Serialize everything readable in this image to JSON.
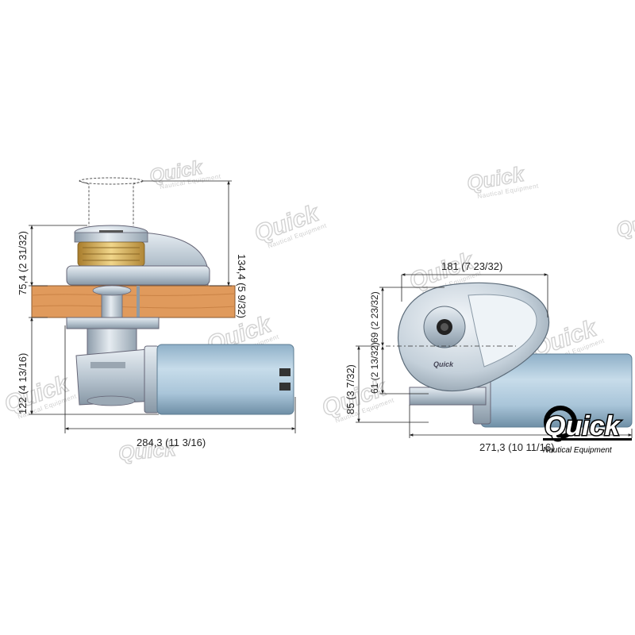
{
  "watermark": {
    "brand": "Quick",
    "subtitle": "Nautical Equipment"
  },
  "logo": {
    "brand": "Quick",
    "subtitle": "Nautical Equipment"
  },
  "side_view": {
    "height_above_deck": "75,4 (2 31/32)",
    "drum_height": "134,4 (5 9/32)",
    "height_below_deck": "122 (4 13/16)",
    "total_length": "284,3 (11 3/16)"
  },
  "top_view": {
    "width": "181 (7 23/32)",
    "front_offset": "69 (2 23/32)",
    "rear_offset": "61 (2 13/32)",
    "depth": "85 (3 7/32)",
    "total_length": "271,3 (10 11/16)"
  },
  "colors": {
    "deck_wood": "#e09a5c",
    "motor_blue": "#a9c7dc",
    "gypsy_gold": "#d7b25a",
    "steel": "#c9d3dc"
  }
}
